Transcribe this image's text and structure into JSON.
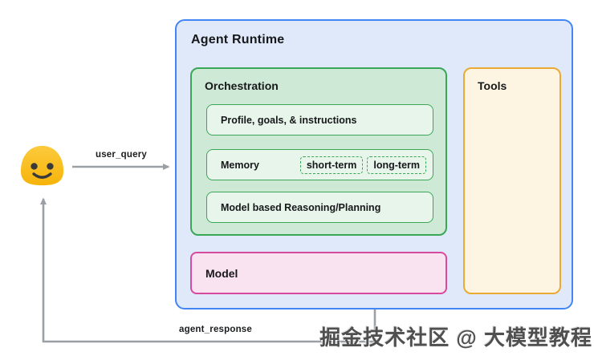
{
  "agent_runtime": {
    "title": "Agent Runtime"
  },
  "orchestration": {
    "title": "Orchestration",
    "profile_box": "Profile, goals, & instructions",
    "memory_label": "Memory",
    "memory_chips": [
      "short-term",
      "long-term"
    ],
    "reasoning_box": "Model based Reasoning/Planning"
  },
  "model": {
    "title": "Model"
  },
  "tools": {
    "title": "Tools"
  },
  "flows": {
    "user_query_label": "user_query",
    "agent_response_label": "agent_response"
  },
  "user": {
    "icon": "smiley-user-icon"
  },
  "watermark": "掘金技术社区 @ 大模型教程",
  "colors": {
    "runtime_border": "#4285f4",
    "runtime_bg": "#e0e9fa",
    "green_border": "#3aa757",
    "green_bg": "#cfe9d7",
    "green_inner_bg": "#e7f5eb",
    "pink_border": "#d84a9e",
    "pink_bg": "#fae3f0",
    "amber_border": "#eaaa33",
    "amber_bg": "#fdf5e1",
    "arrow": "#9aa0a6",
    "user_face": "#fbbc15"
  }
}
